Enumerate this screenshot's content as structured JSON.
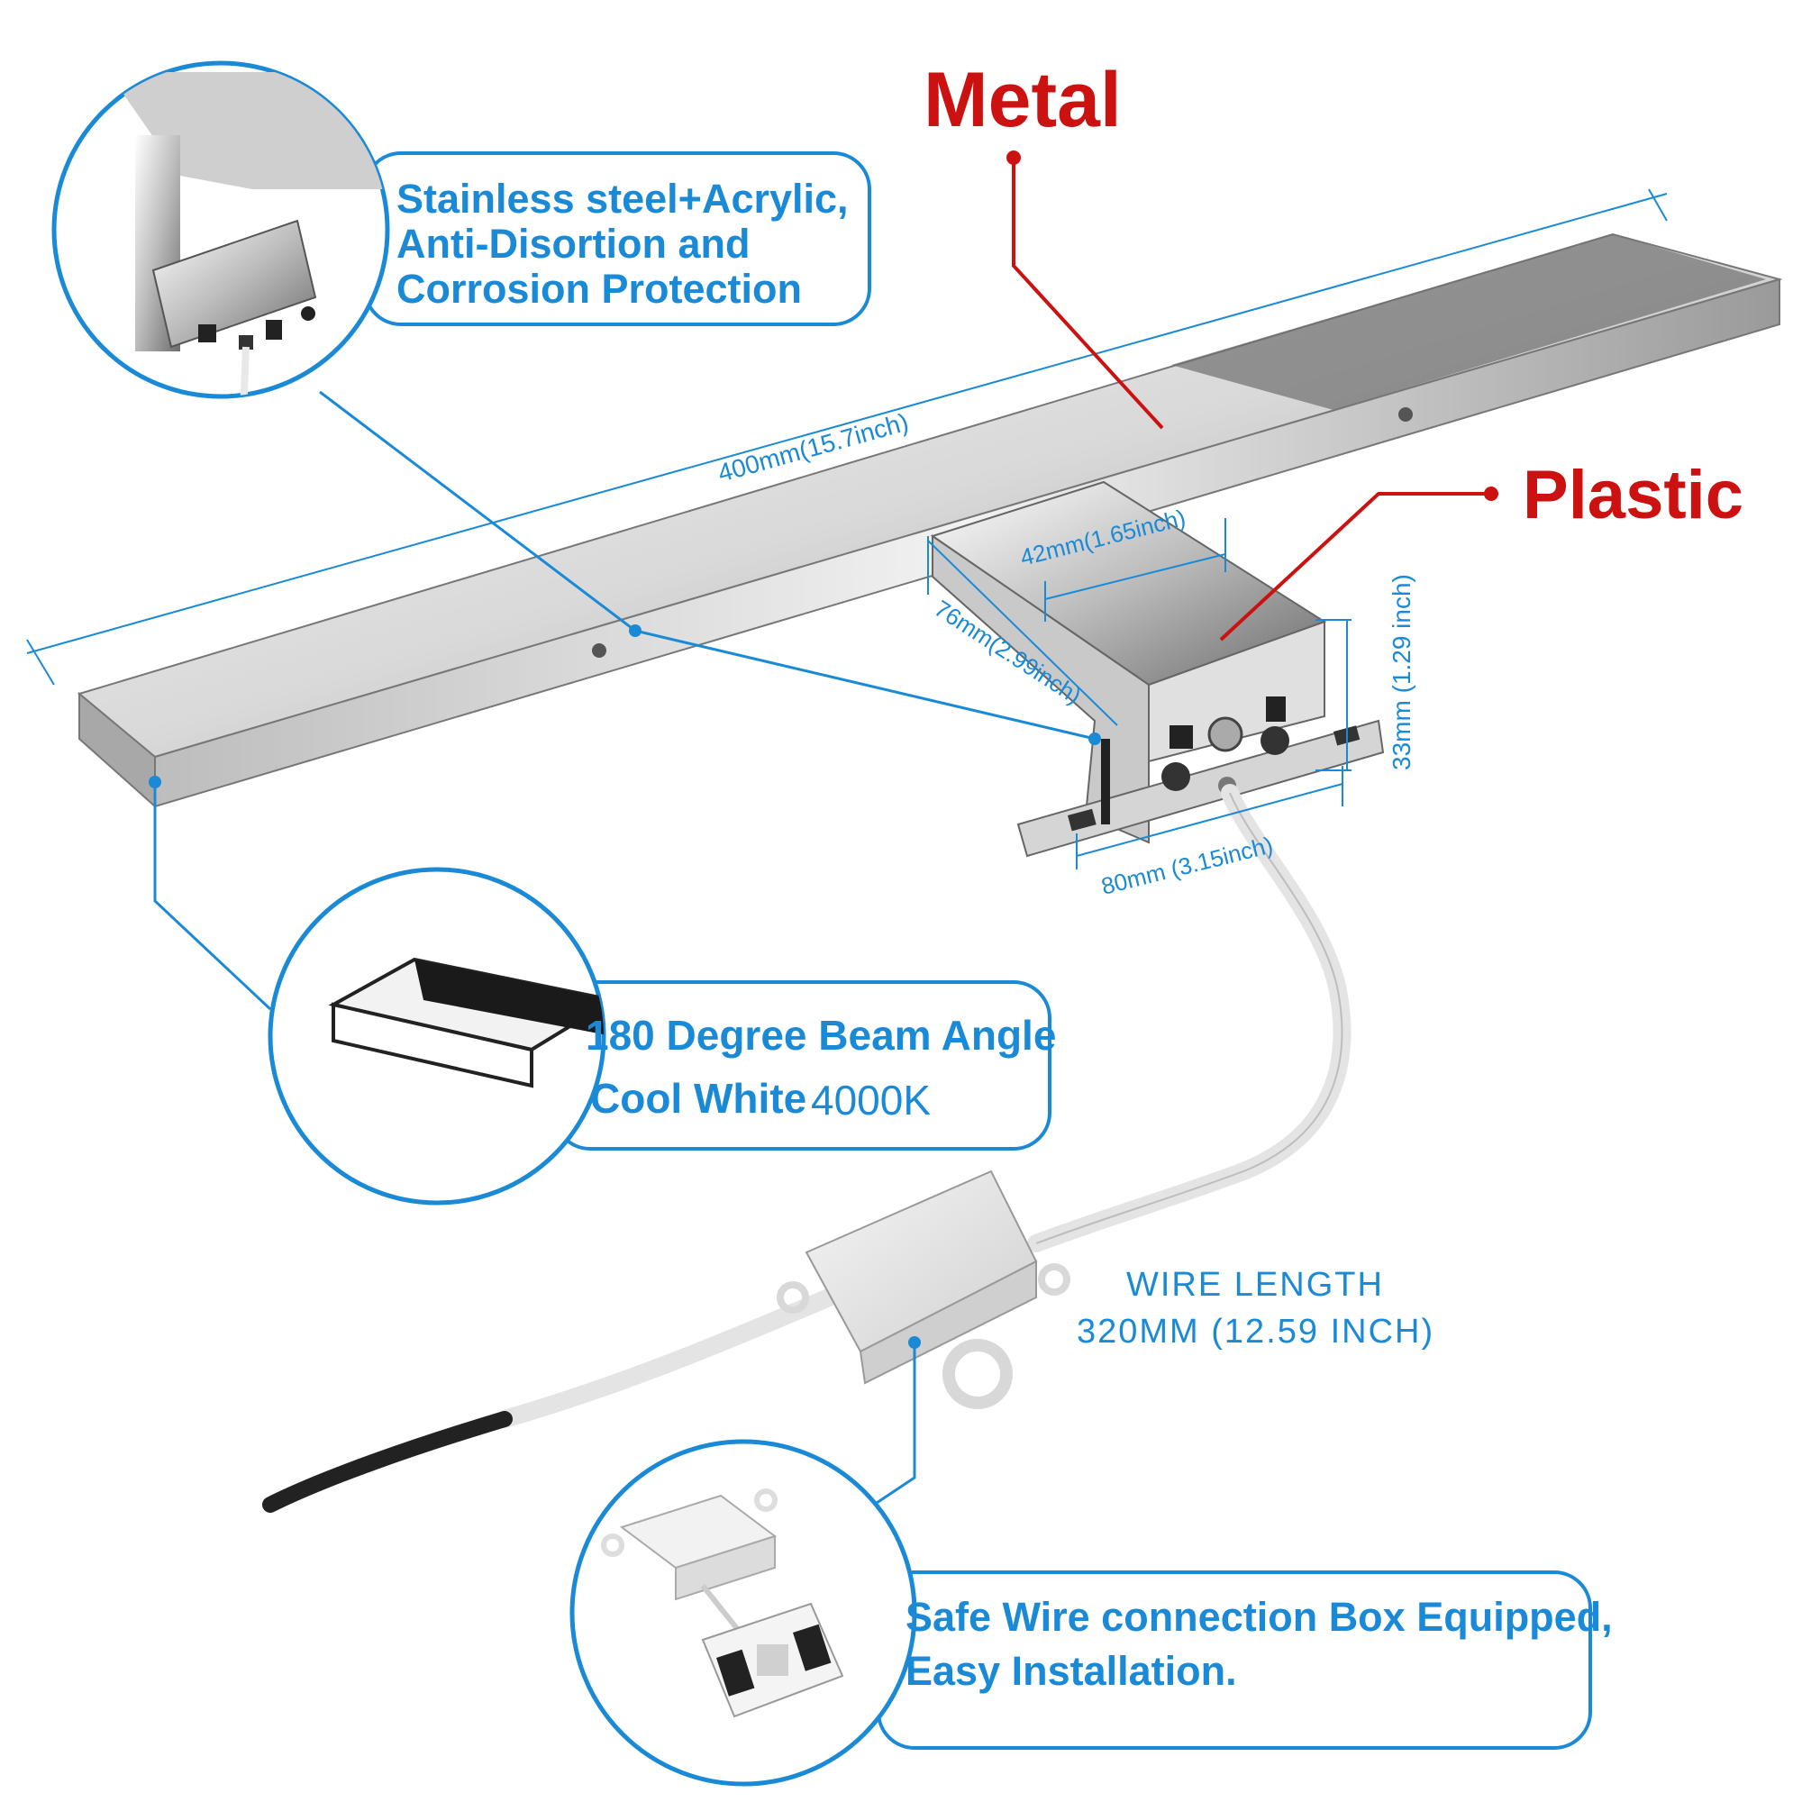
{
  "labels": {
    "metal": "Metal",
    "plastic": "Plastic"
  },
  "callouts": {
    "material": {
      "line1": "Stainless steel+Acrylic,",
      "line2": "Anti-Disortion and",
      "line3": "Corrosion Protection"
    },
    "beam": {
      "line1": "180 Degree Beam Angle",
      "line2_prefix": "Cool White",
      "line2_suffix": "4000K"
    },
    "box": {
      "line1": "Safe Wire connection Box Equipped,",
      "line2": "Easy Installation."
    }
  },
  "dimensions": {
    "length": "400mm(15.7inch)",
    "bracket_width": "42mm(1.65inch)",
    "bracket_depth": "76mm(2.99inch)",
    "height": "33mm (1.29 inch)",
    "base_width": "80mm (3.15inch)"
  },
  "wire": {
    "title": "WIRE LENGTH",
    "length": "320MM (12.59 INCH)"
  },
  "colors": {
    "accent_blue": "#1a8ad6",
    "label_red": "#cc1111"
  }
}
